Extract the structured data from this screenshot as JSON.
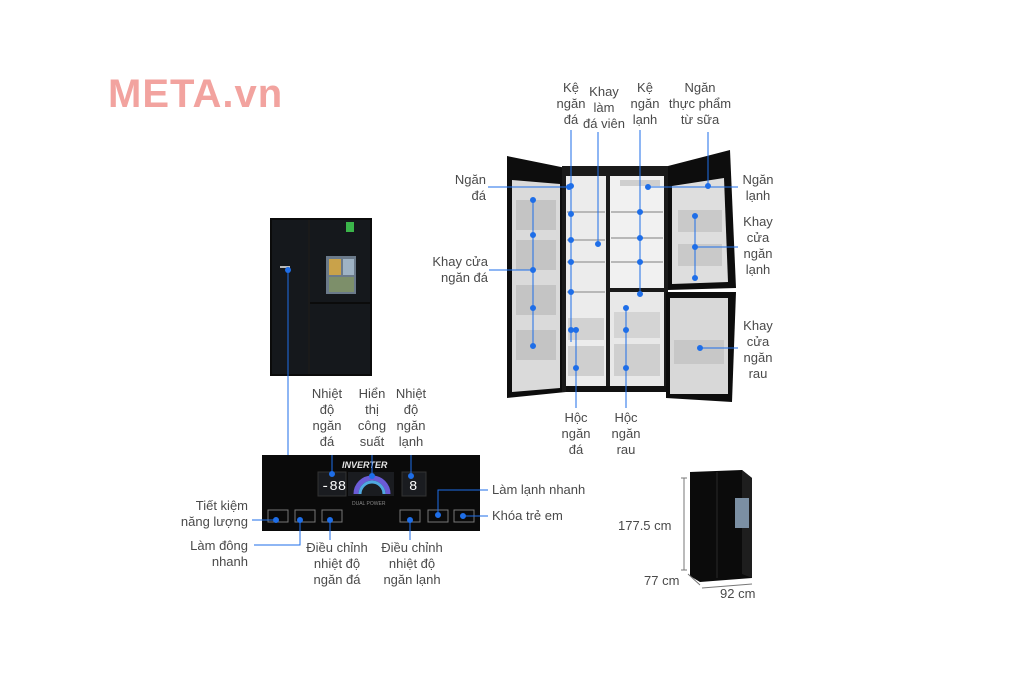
{
  "logo": "META.vn",
  "colors": {
    "accent": "#1e6ee8",
    "body": "#0c0c0c",
    "glass": "#111418",
    "inner": "#e9e9ea"
  },
  "labels": {
    "ke_ngan_da": [
      "Kệ",
      "ngăn",
      "đá"
    ],
    "khay_lam_da": [
      "Khay",
      "làm",
      "đá viên"
    ],
    "ke_ngan_lanh": [
      "Kệ",
      "ngăn",
      "lạnh"
    ],
    "ngan_thuc_pham": [
      "Ngăn",
      "thực phẩm",
      "từ sữa"
    ],
    "ngan_da": [
      "Ngăn",
      "đá"
    ],
    "ngan_lanh": [
      "Ngăn",
      "lạnh"
    ],
    "khay_cua_ngan_da": [
      "Khay cửa",
      "ngăn đá"
    ],
    "khay_cua_ngan_lanh": [
      "Khay",
      "cửa",
      "ngăn",
      "lạnh"
    ],
    "khay_cua_ngan_rau": [
      "Khay",
      "cửa",
      "ngăn",
      "rau"
    ],
    "hoc_ngan_da": [
      "Hộc",
      "ngăn",
      "đá"
    ],
    "hoc_ngan_rau": [
      "Hộc",
      "ngăn",
      "rau"
    ],
    "nhiet_do_ngan_da": [
      "Nhiệt",
      "độ",
      "ngăn",
      "đá"
    ],
    "hien_thi_cong_suat": [
      "Hiển",
      "thị",
      "công",
      "suất"
    ],
    "nhiet_do_ngan_lanh": [
      "Nhiệt",
      "độ",
      "ngăn",
      "lạnh"
    ],
    "tiet_kiem": [
      "Tiết kiệm",
      "năng lượng"
    ],
    "lam_dong_nhanh": [
      "Làm đông",
      "nhanh"
    ],
    "dieu_chinh_ngan_da": [
      "Điều chỉnh",
      "nhiệt độ",
      "ngăn đá"
    ],
    "dieu_chinh_ngan_lanh": [
      "Điều chỉnh",
      "nhiệt độ",
      "ngăn lạnh"
    ],
    "lam_lanh_nhanh": "Làm lạnh nhanh",
    "khoa_tre_em": "Khóa trẻ em"
  },
  "panel": {
    "inverter": "INVERTER",
    "freezer_temp": "-88",
    "fridge_temp": "8",
    "sub": "DUAL POWER"
  },
  "dimensions": {
    "height": "177.5 cm",
    "depth": "77 cm",
    "width": "92 cm"
  }
}
